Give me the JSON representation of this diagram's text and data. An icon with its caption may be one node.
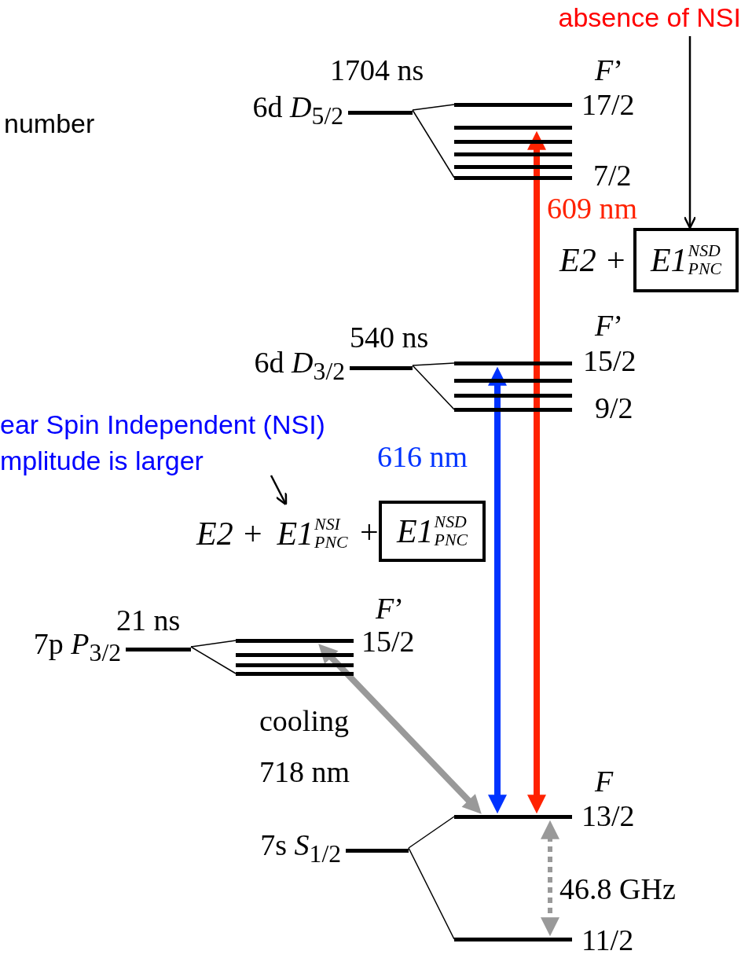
{
  "diagram": {
    "nodes": [
      {
        "text": [
          "absence of NSI"
        ]
      },
      {
        "text": [
          "6d *D*$_{5/2}$"
        ],
        "beside": [
          "1704 ns"
        ]
      },
      {
        "text": [],
        "shape": "bar",
        "beside": [
          "*F*’",
          "17/2"
        ]
      },
      {
        "text": [],
        "shape": "bar"
      },
      {
        "text": [],
        "shape": "bar"
      },
      {
        "text": [],
        "shape": "bar"
      },
      {
        "text": [],
        "shape": "bar"
      },
      {
        "text": [],
        "shape": "bar",
        "beside": [
          "7/2"
        ]
      },
      {
        "text": [
          "E1$^{NSD}$$_{PNC}$"
        ]
      },
      {
        "text": [
          "6d *D*$_{3/2}$"
        ],
        "beside": [
          "540 ns"
        ]
      },
      {
        "text": [],
        "shape": "bar",
        "beside": [
          "*F*’",
          "15/2"
        ]
      },
      {
        "text": [],
        "shape": "bar"
      },
      {
        "text": [],
        "shape": "bar"
      },
      {
        "text": [],
        "shape": "bar",
        "beside": [
          "9/2"
        ]
      },
      {
        "text": [
          "ear Spin Independent (NSI) mplitude is larger"
        ]
      },
      {
        "text": [
          "E1$^{NSI}$$_{PNC}$"
        ]
      },
      {
        "text": [
          "E1$^{NSD}$$_{PNC}$"
        ]
      },
      {
        "text": [
          "7p *P*$_{3/2}$"
        ],
        "beside": [
          "21 ns"
        ]
      },
      {
        "text": [],
        "shape": "bar",
        "beside": [
          "*F*’",
          "15/2"
        ]
      },
      {
        "text": [],
        "shape": "bar"
      },
      {
        "text": [],
        "shape": "bar"
      },
      {
        "text": [],
        "shape": "bar"
      },
      {
        "text": [
          "7s *S*$_{1/2}$"
        ]
      },
      {
        "text": [],
        "shape": "bar",
        "beside": [
          "*F*",
          "13/2"
        ]
      },
      {
        "text": [],
        "shape": "bar",
        "beside": [
          "11/2"
        ]
      }
    ],
    "edges": [
      {
        "from": 0,
        "to": 8,
        "arrow": "to"
      },
      {
        "from": 1,
        "to": 2,
        "arrow": "none"
      },
      {
        "from": 1,
        "to": 7,
        "arrow": "none"
      },
      {
        "from": 9,
        "to": 10,
        "arrow": "none"
      },
      {
        "from": 9,
        "to": 13,
        "arrow": "none"
      },
      {
        "from": 14,
        "to": 15,
        "arrow": "to"
      },
      {
        "from": 17,
        "to": 18,
        "arrow": "none"
      },
      {
        "from": 17,
        "to": 21,
        "arrow": "none"
      },
      {
        "from": 22,
        "to": 23,
        "arrow": "none"
      },
      {
        "from": 22,
        "to": 24,
        "arrow": "none"
      },
      {
        "from": 23,
        "to": 3,
        "arrow": "both",
        "label": "609 nm",
        "style": "thick",
        "color": "#ff2200"
      },
      {
        "from": 23,
        "to": 10,
        "arrow": "both",
        "label": "616 nm",
        "style": "thick",
        "color": "#0033ff"
      },
      {
        "from": 23,
        "to": 18,
        "arrow": "both",
        "label": "cooling 718 nm",
        "style": "thick",
        "color": "#999999"
      },
      {
        "from": 23,
        "to": 24,
        "arrow": "both",
        "label": "46.8 GHz",
        "style": "dashed",
        "color": "#999999"
      }
    ],
    "labels": [
      "number",
      "E2 +",
      "E2 +",
      "+"
    ]
  }
}
